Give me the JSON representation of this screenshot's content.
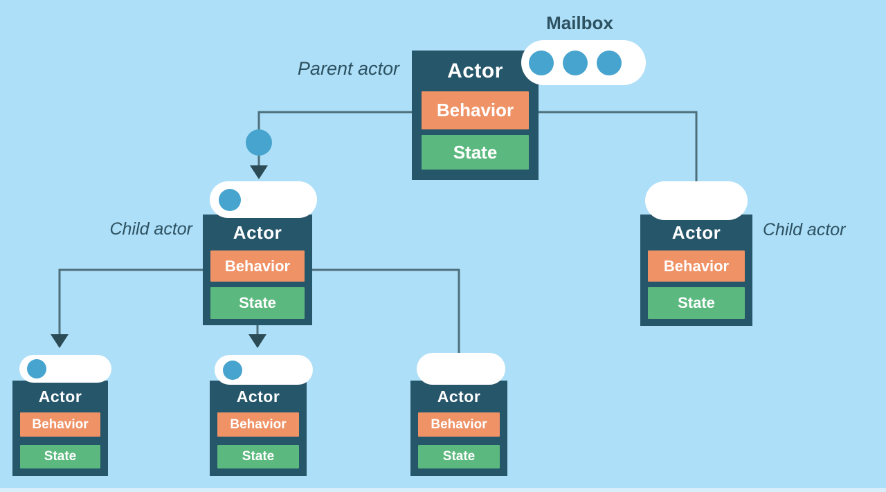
{
  "diagram": {
    "labels": {
      "mailbox": "Mailbox",
      "parent_actor": "Parent actor",
      "child_actor_left": "Child actor",
      "child_actor_right": "Child actor"
    },
    "colors": {
      "background": "#AEDFF8",
      "card": "#26566A",
      "card_text": "#FFFFFF",
      "behavior": "#EF9266",
      "state": "#5BB87E",
      "pill": "#FFFFFF",
      "message_dot": "#47A4CE",
      "line": "#4C6F7B",
      "arrow": "#2B4B56",
      "label_text": "#2C5160"
    },
    "actors": {
      "parent": {
        "title": "Actor",
        "behavior": "Behavior",
        "state": "State",
        "mailbox_count": 3
      },
      "child_left": {
        "title": "Actor",
        "behavior": "Behavior",
        "state": "State",
        "mailbox_count": 1
      },
      "child_right": {
        "title": "Actor",
        "behavior": "Behavior",
        "state": "State",
        "mailbox_count": 0
      },
      "grandchild_left": {
        "title": "Actor",
        "behavior": "Behavior",
        "state": "State",
        "mailbox_count": 1
      },
      "grandchild_middle": {
        "title": "Actor",
        "behavior": "Behavior",
        "state": "State",
        "mailbox_count": 1
      },
      "grandchild_right": {
        "title": "Actor",
        "behavior": "Behavior",
        "state": "State",
        "mailbox_count": 0
      }
    }
  }
}
